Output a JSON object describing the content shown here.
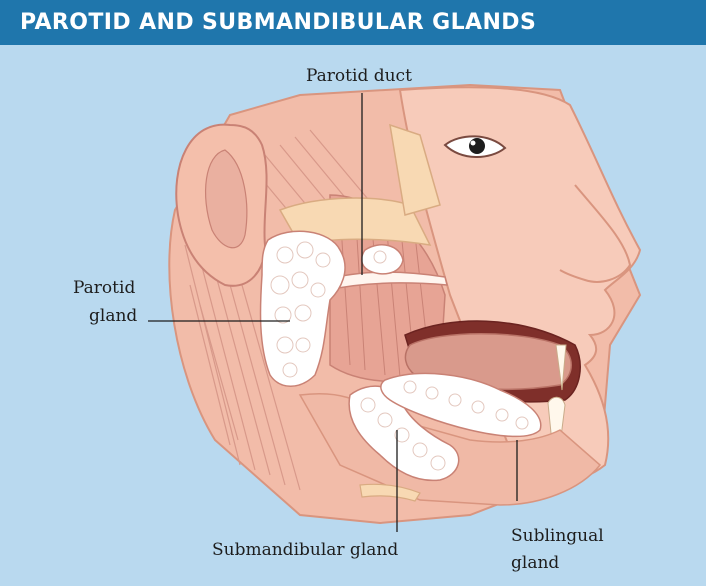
{
  "title": "PAROTID AND SUBMANDIBULAR GLANDS",
  "labels": {
    "parotid_duct": "Parotid duct",
    "parotid_gland_line1": "Parotid",
    "parotid_gland_line2": "gland",
    "submandibular_gland": "Submandibular gland",
    "sublingual_gland_line1": "Sublingual",
    "sublingual_gland_line2": "gland"
  },
  "colors": {
    "header": "#1f76ac",
    "background": "#b9d9ef",
    "skin": "#f6c8b6",
    "muscle": "#e8a79a",
    "gland": "#ffffff",
    "tongue": "#d99a8c",
    "bone": "#f7d6b0"
  }
}
